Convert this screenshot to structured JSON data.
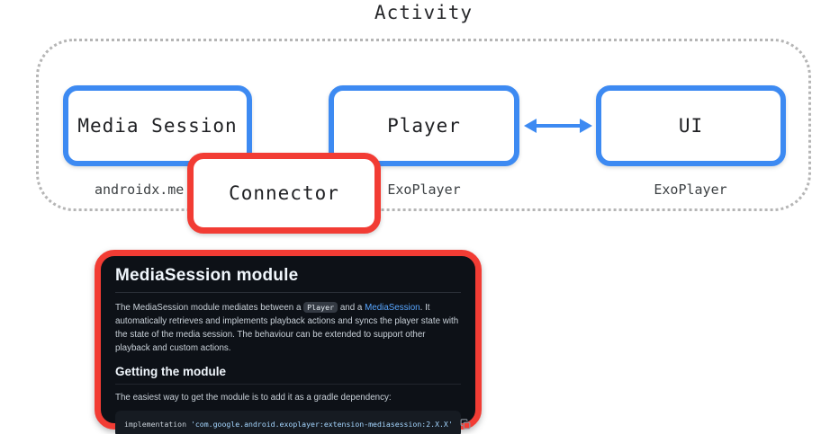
{
  "diagram": {
    "title": "Activity",
    "boxes": {
      "media_session": "Media Session",
      "player": "Player",
      "ui": "UI",
      "connector": "Connector"
    },
    "labels": {
      "media_session_lib": "androidx.me",
      "player_lib": "ExoPlayer",
      "ui_lib": "ExoPlayer"
    },
    "colors": {
      "box_border_blue": "#3d8af2",
      "connector_border_red": "#f23c34",
      "boundary_dotted_gray": "#b5b5b5",
      "arrow_blue": "#3d8af2"
    }
  },
  "card": {
    "title": "MediaSession module",
    "paragraph": {
      "before_chip": "The MediaSession module mediates between a ",
      "chip": "Player",
      "between": " and a ",
      "link": "MediaSession",
      "after": ". It automatically retrieves and implements playback actions and syncs the player state with the state of the media session. The behaviour can be extended to support other playback and custom actions."
    },
    "section_title": "Getting the module",
    "section_text": "The easiest way to get the module is to add it as a gradle dependency:",
    "code": {
      "keyword": "implementation",
      "string": "'com.google.android.exoplayer:extension-mediasession:2.X.X'"
    },
    "icons": {
      "copy": "copy-icon"
    },
    "colors": {
      "card_bg": "#0d1117",
      "border_red": "#f23c34",
      "heading_text": "#f0f6fc",
      "body_text": "#c9d1d9",
      "link_blue": "#58a6ff",
      "chip_bg": "#343a43",
      "code_bg": "#161b22",
      "code_string": "#a5d6ff",
      "copy_icon": "#8b949e"
    }
  }
}
